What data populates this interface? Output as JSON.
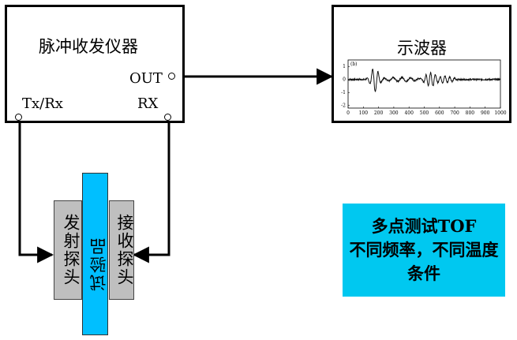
{
  "pulser": {
    "title": "脉冲收发仪器",
    "out_label": "OUT",
    "txrx_label": "Tx/Rx",
    "rx_label": "RX"
  },
  "scope": {
    "title": "示波器",
    "plot_tag": "(b)",
    "y_ticks": [
      "1",
      "0",
      "-1",
      "-2"
    ],
    "x_ticks": [
      "0",
      "100",
      "200",
      "300",
      "400",
      "500",
      "600",
      "700",
      "800",
      "900",
      "1000"
    ]
  },
  "probes": {
    "transmit": "发射探头",
    "sample": "试验品",
    "receive": "接收探头"
  },
  "condition": {
    "line1": "多点测试TOF",
    "line2": "不同频率，不同温度",
    "line3": "条件"
  },
  "colors": {
    "sample": "#00bfff",
    "condition": "#00c8f0",
    "probe": "#bfbfbf"
  }
}
